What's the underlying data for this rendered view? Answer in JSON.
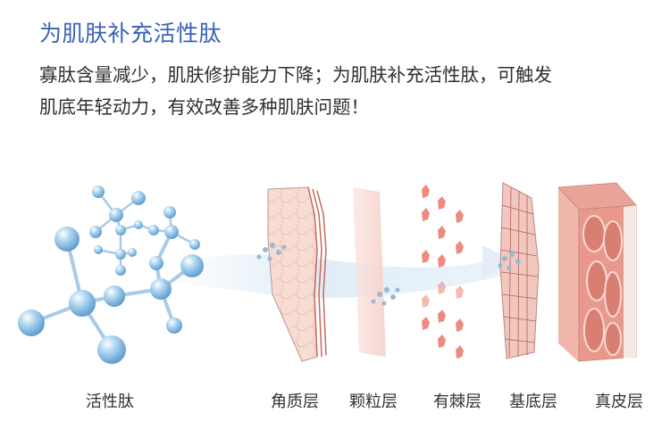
{
  "header": {
    "title": "为肌肤补充活性肽",
    "title_color": "#3a62b8"
  },
  "description": {
    "line1": "寡肽含量减少，肌肤修护能力下降；为肌肤补充活性肽，可触发",
    "line2": "肌底年轻动力，有效改善多种肌肤问题！"
  },
  "diagram": {
    "molecule_label": "活性肽",
    "layers": [
      {
        "label": "角质层"
      },
      {
        "label": "颗粒层"
      },
      {
        "label": "有棘层"
      },
      {
        "label": "基底层"
      },
      {
        "label": "真皮层"
      }
    ],
    "colors": {
      "molecule": "#8fc3e8",
      "skin": "#f6d6cf",
      "skin_line": "#c8685e",
      "dermis": "#e89a8e",
      "flow": "#e4eff8"
    }
  }
}
